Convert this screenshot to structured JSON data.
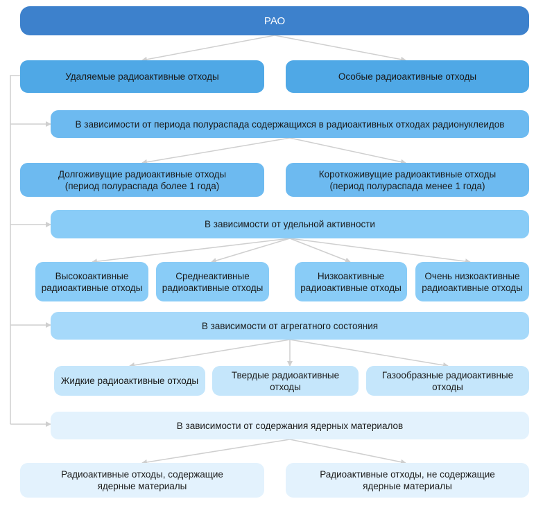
{
  "root": {
    "label": "РАО"
  },
  "top": {
    "removable": "Удаляемые радиоактивные отходы",
    "special": "Особые радиоактивные отходы"
  },
  "criteria": {
    "half_life": "В зависимости от периода полураспада содержащихся в радиоактивных отходах радионуклеидов",
    "activity": "В зависимости от удельной активности",
    "state": "В зависимости от агрегатного состояния",
    "nuclear": "В зависимости от содержания ядерных материалов"
  },
  "half_life": {
    "long": "Долгоживущие радиоактивные отходы\n(период полураспада более 1 года)",
    "short": "Короткоживущие радиоактивные отходы\n(период полураспада менее 1 года)"
  },
  "activity": {
    "high": "Высокоактивные\nрадиоактивные отходы",
    "medium": "Среднеактивные\nрадиоактивные отходы",
    "low": "Низкоактивные\nрадиоактивные отходы",
    "very_low": "Очень низкоактивные\nрадиоактивные отходы"
  },
  "state": {
    "liquid": "Жидкие радиоактивные отходы",
    "solid": "Твердые радиоактивные отходы",
    "gas": "Газообразные радиоактивные отходы"
  },
  "nuclear": {
    "with": "Радиоактивные отходы, содержащие\nядерные материалы",
    "without": "Радиоактивные отходы, не содержащие\nядерные материалы"
  },
  "colors": {
    "root": "#3d81cc",
    "level1": "#4fa8e6",
    "level2": "#6dbaf0",
    "level3": "#89ccf7",
    "level4": "#a6d9fa",
    "level5": "#c5e6fb",
    "level6": "#e3f2fd",
    "connector": "#cfcfcf"
  }
}
